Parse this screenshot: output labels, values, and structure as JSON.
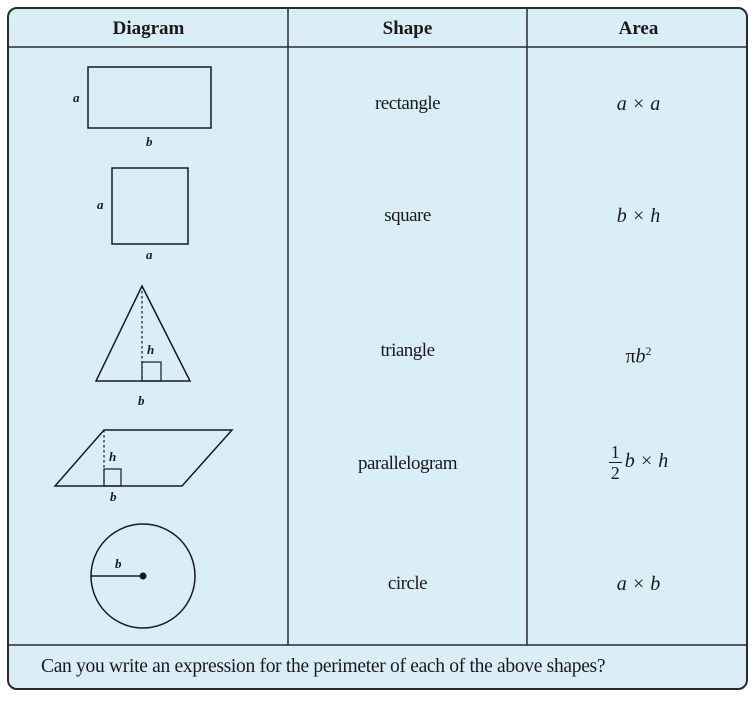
{
  "table": {
    "headers": [
      "Diagram",
      "Shape",
      "Area"
    ],
    "rows": [
      {
        "shape": "rectangle",
        "area": "a × a",
        "diagram_labels": [
          "a",
          "b"
        ]
      },
      {
        "shape": "square",
        "area": "b × h",
        "diagram_labels": [
          "a",
          "a"
        ]
      },
      {
        "shape": "triangle",
        "area_symbol": "π",
        "area_var": "b",
        "area_exp": "2",
        "diagram_labels": [
          "h",
          "b"
        ]
      },
      {
        "shape": "parallelogram",
        "area_num": "1",
        "area_den": "2",
        "area_rest": "b × h",
        "diagram_labels": [
          "h",
          "b"
        ]
      },
      {
        "shape": "circle",
        "area": "a × b",
        "diagram_labels": [
          "b"
        ]
      }
    ]
  },
  "footer": "Can you write an expression for the perimeter of each of the above shapes?"
}
